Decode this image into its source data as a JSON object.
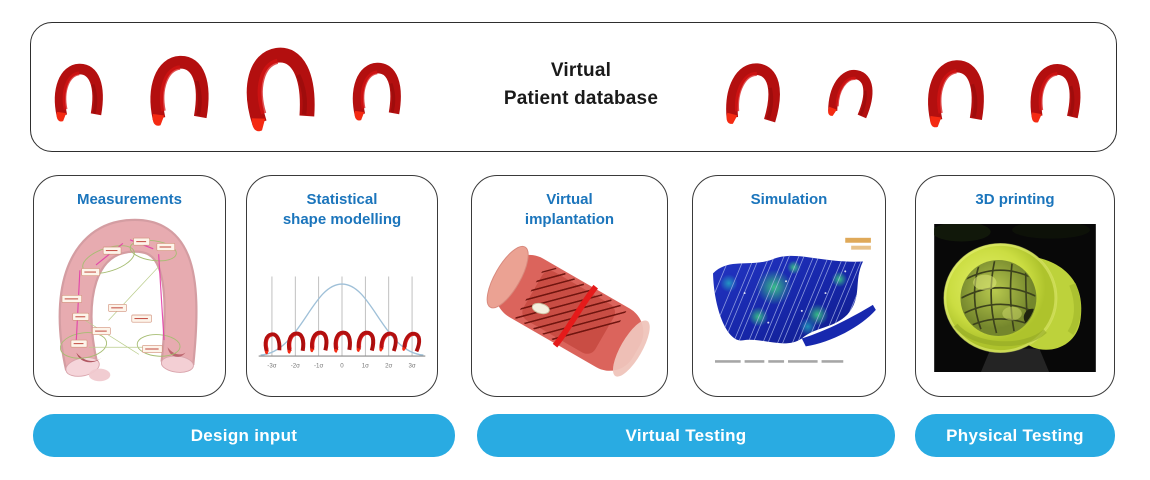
{
  "header": {
    "title_line1": "Virtual",
    "title_line2": "Patient database"
  },
  "cards": [
    {
      "id": "measurements",
      "line1": "Measurements",
      "line2": ""
    },
    {
      "id": "statistical-shape-modelling",
      "line1": "Statistical",
      "line2": "shape modelling"
    },
    {
      "id": "virtual-implantation",
      "line1": "Virtual",
      "line2": "implantation"
    },
    {
      "id": "simulation",
      "line1": "Simulation",
      "line2": ""
    },
    {
      "id": "3d-printing",
      "line1": "3D printing",
      "line2": ""
    }
  ],
  "statistical_chart": {
    "type": "line",
    "title": "",
    "description": "Normal distribution bell curve with aortic-arch shape instances placed at standard-deviation positions",
    "x_tick_labels": [
      "-3σ",
      "-2σ",
      "-1σ",
      "0",
      "1σ",
      "2σ",
      "3σ"
    ],
    "grid": "vertical lines at each standard deviation",
    "curve": "gaussian bell curve, peak at 0"
  },
  "buttons": [
    {
      "label": "Design input"
    },
    {
      "label": "Virtual Testing"
    },
    {
      "label": "Physical Testing"
    }
  ],
  "icons": {
    "aorta_model": "aorta-model-icon (red 3D aortic arch)",
    "measured_aorta": "measured-aorta-icon (pink aorta with measurement labels)",
    "bell_curve": "bell-curve-icon (statistical shape distribution)",
    "stented_vessel": "stented-vessel-icon (stent implanted in red vessel)",
    "fea_result": "fea-result-icon (blue finite-element contour sheet)",
    "printed_model": "printed-model-icon (yellow 3D printed vessel with stent)"
  },
  "colors": {
    "pill_blue": "#29abe2",
    "card_title_blue": "#1b75bc",
    "aorta_red": "#b30f0f",
    "panel_border": "#2e2e2e"
  }
}
